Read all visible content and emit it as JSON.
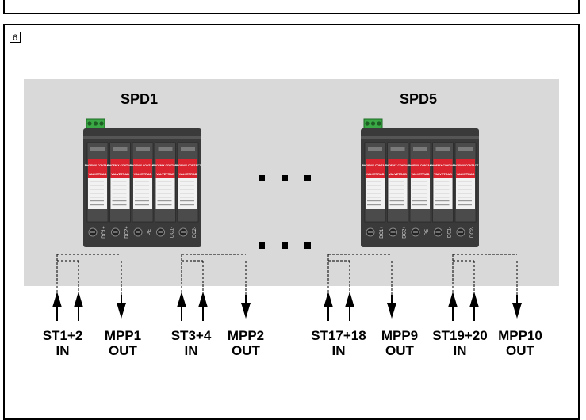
{
  "figure_number": "6",
  "devices": [
    {
      "title": "SPD1",
      "terminals": [
        "DC1+",
        "DC2+",
        "PE",
        "DC1-",
        "DC2-"
      ],
      "brand": "PHOENIX CONTACT",
      "series": "VALVETRAB"
    },
    {
      "title": "SPD5",
      "terminals": [
        "DC1+",
        "DC2+",
        "PE",
        "DC1-",
        "DC2-"
      ],
      "brand": "PHOENIX CONTACT",
      "series": "VALVETRAB"
    }
  ],
  "labels": [
    {
      "line1": "ST1+2",
      "line2": "IN"
    },
    {
      "line1": "MPP1",
      "line2": "OUT"
    },
    {
      "line1": "ST3+4",
      "line2": "IN"
    },
    {
      "line1": "MPP2",
      "line2": "OUT"
    },
    {
      "line1": "ST17+18",
      "line2": "IN"
    },
    {
      "line1": "MPP9",
      "line2": "OUT"
    },
    {
      "line1": "ST19+20",
      "line2": "IN"
    },
    {
      "line1": "MPP10",
      "line2": "OUT"
    }
  ],
  "colors": {
    "panel": "#d9d9d9",
    "module_red": "#d9232e",
    "connector_green": "#3aa845",
    "housing": "#3a3a3a"
  }
}
